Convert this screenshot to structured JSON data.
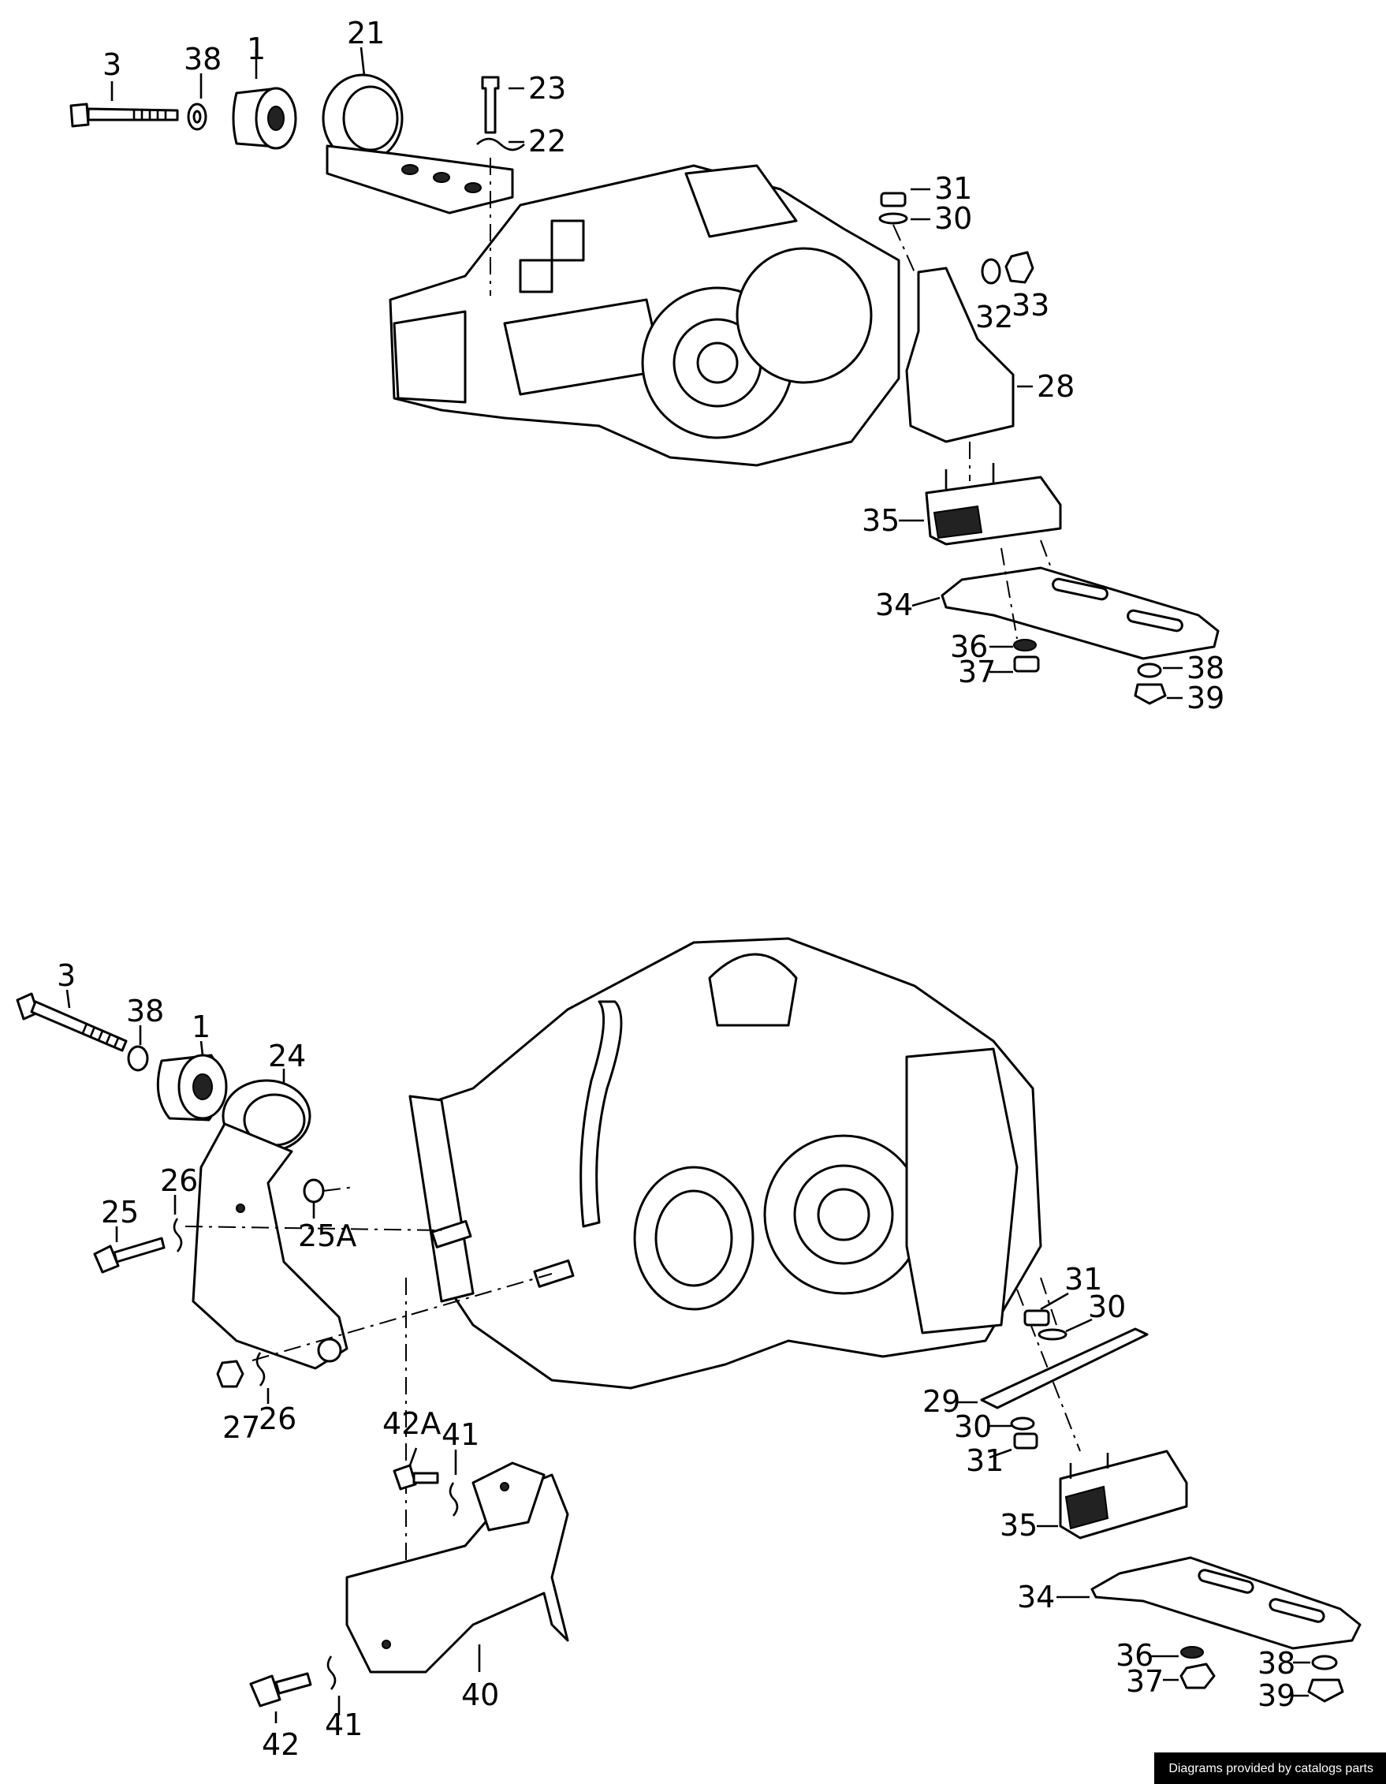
{
  "upper_labels": [
    "3",
    "38",
    "1",
    "21",
    "23",
    "22",
    "31",
    "30",
    "32",
    "33",
    "28",
    "35",
    "34",
    "36",
    "37",
    "38",
    "39"
  ],
  "lower_labels": [
    "3",
    "38",
    "1",
    "24",
    "26",
    "25",
    "25A",
    "26",
    "27",
    "42A",
    "41",
    "31",
    "30",
    "29",
    "30",
    "31",
    "35",
    "34",
    "36",
    "37",
    "38",
    "39",
    "42",
    "41",
    "40"
  ],
  "credit": "Diagrams provided by catalogs parts"
}
